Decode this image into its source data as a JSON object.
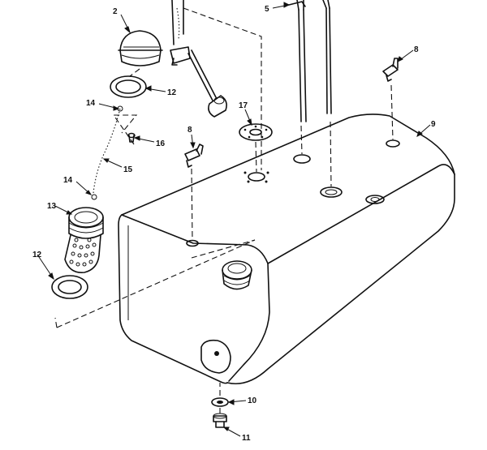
{
  "diagram": {
    "callouts": {
      "c2": "2",
      "c5": "5",
      "c8a": "8",
      "c8b": "8",
      "c9": "9",
      "c10": "10",
      "c11": "11",
      "c12a": "12",
      "c12b": "12",
      "c13": "13",
      "c14a": "14",
      "c14b": "14",
      "c15": "15",
      "c16": "16",
      "c17": "17"
    }
  }
}
